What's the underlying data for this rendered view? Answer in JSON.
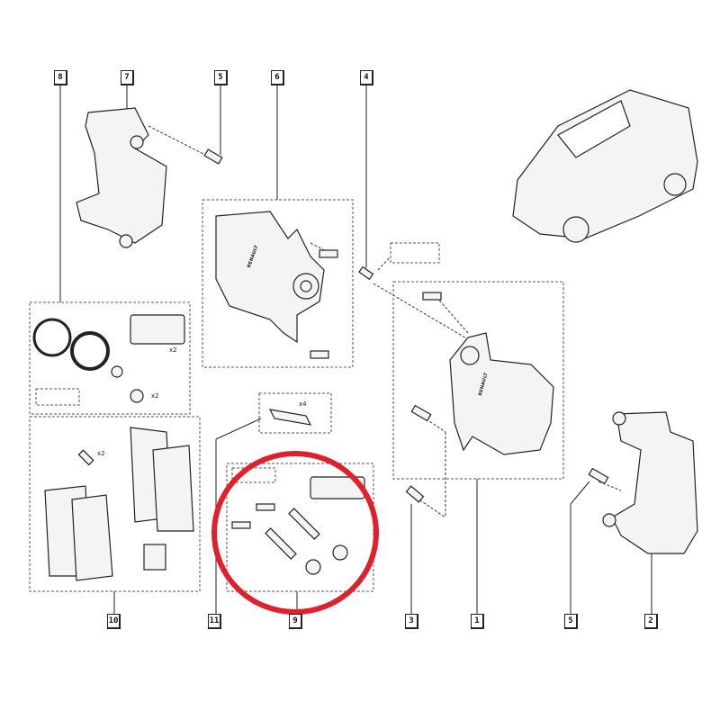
{
  "diagram": {
    "top_labels": [
      "8",
      "7",
      "5",
      "6",
      "4"
    ],
    "bottom_labels": [
      "10",
      "11",
      "9",
      "3",
      "1",
      "5",
      "2"
    ],
    "quantities": {
      "seal_kit": "x2",
      "pads_bolt": "x2",
      "clip": "x4",
      "bush": "x2"
    },
    "highlight_color": "#e0202a",
    "brand_mark": "RENAULT"
  }
}
